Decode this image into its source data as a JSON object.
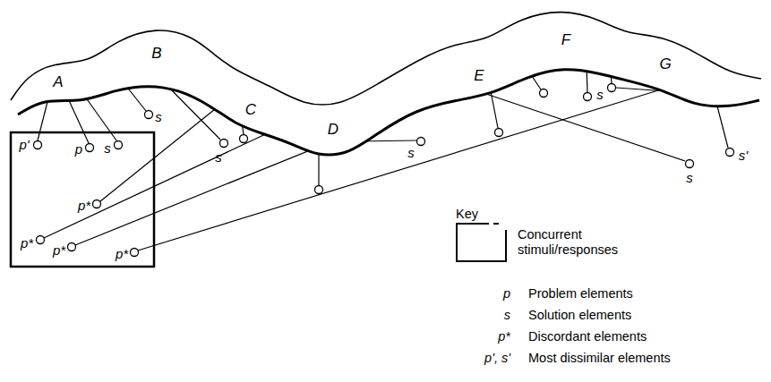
{
  "diagram": {
    "labels": [
      "A",
      "B",
      "C",
      "D",
      "E",
      "F",
      "G",
      "p'",
      "p",
      "s",
      "p*",
      "p*",
      "p*",
      "p*",
      "s",
      "s",
      "s",
      "s",
      "s",
      "s'",
      "Key",
      "p",
      "s",
      "p*",
      "p', s'"
    ],
    "legend": [
      {
        "text": "Concurrent stimuli/responses"
      },
      {
        "text": "Problem elements"
      },
      {
        "text": "Solution elements"
      },
      {
        "text": "Discordant elements"
      },
      {
        "text": "Most dissimilar elements"
      }
    ]
  }
}
